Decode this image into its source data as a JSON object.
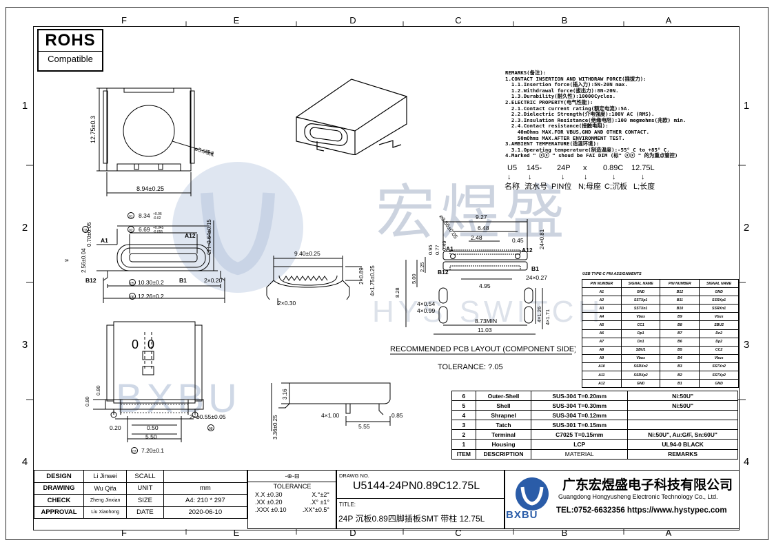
{
  "frame": {
    "columns_top": [
      "F",
      "E",
      "D",
      "C",
      "B",
      "A"
    ],
    "columns_bottom": [
      "F",
      "E",
      "D",
      "C",
      "B",
      "A"
    ],
    "rows_left": [
      "1",
      "2",
      "3",
      "4"
    ],
    "rows_right": [
      "1",
      "2",
      "3",
      "4"
    ]
  },
  "rohs": {
    "title": "ROHS",
    "subtitle": "Compatible"
  },
  "watermark": {
    "chinese": "宏煜盛",
    "english": "HYS SWITCH",
    "logo_text": "BXBU"
  },
  "remarks": [
    "REMARKS(备注):",
    "1.CONTACT INSERTION AND WITHDRAW FORCE(插拔力):",
    "  1.1.Insertion force(插入力):5N-20N max.",
    "  1.2.Withdrawal force(拔出力):8N-20N.",
    "  1.3.Durability(耐久性):10000Cycles.",
    "2.ELECTRIC PROPERTY(电气性能):",
    "  2.1.Contact current rating(额定电流):5A.",
    "  2.2.Dielectric Strength(介电强度):100V AC (RMS).",
    "  2.3.Insulation Resistance(绝缘电阻):100 megmohms(兆欧) min.",
    "  2.4.Contact resistance(接触电阻):",
    "    40mOhms MAX.FOR VBUS,GND AND OTHER CONTACT.",
    "    50mOhms MAX.AFTER ENVIRONMENT TEST.",
    "3.AMBIENT TEMPERATURE(适温环境):",
    "  3.1.Operating temperature(制造温度):-55° C to +85° C.",
    "4.Marked \" ⓧⓧ \" shoud be FAI DIM (标\" ⓧⓧ \" 的为重点管控)"
  ],
  "code_breakdown": {
    "parts": [
      "U5",
      "145-",
      "24P",
      "x",
      "0.89C",
      "12.75L"
    ],
    "meanings": [
      "名称",
      "流水号",
      "PIN位",
      "N;母座",
      "C;沉板",
      "L;长度"
    ]
  },
  "dimensions": {
    "top_view": {
      "height": "12.75±0.3",
      "circle": "⌀5.0吸取区域",
      "width": "8.94±0.25"
    },
    "front_view": {
      "d01": "8.34",
      "d01_tol_up": "+0.06",
      "d01_tol_dn": "-0.02",
      "d02": "6.69",
      "d02_tol_up": "+0.045",
      "d02_tol_dn": "-0.055",
      "d03": "0.70±0.05",
      "d04": "2.56±0.04",
      "d05": "10.30±0.2",
      "d06": "12.26±0.2",
      "ch": "CH=0.64±0.15",
      "pitch": "2×0.20",
      "label_a1": "A1",
      "label_a12": "A12",
      "label_b12": "B12",
      "label_b1": "B1",
      "bubble_01": "01",
      "bubble_02": "02",
      "bubble_03": "03",
      "bubble_04": "04",
      "bubble_05": "05",
      "bubble_06": "06"
    },
    "side_view": {
      "width": "9.40±0.25",
      "h1": "2×0.89",
      "h2": "4×1.75±0.25",
      "w2": "2×0.30"
    },
    "bottom_view": {
      "d80a": "0.80",
      "d80b": "0.80",
      "d020": "0.20",
      "d050": "0.50",
      "d550": "5.50",
      "d07": "7.20±0.1",
      "holes": "2×⌀0.55±0.05",
      "bubble_07": "07",
      "bubble_08": "08",
      "pin_text": "0 0"
    },
    "profile_view": {
      "h316": "3.16",
      "h336": "3.36±0.25",
      "w4": "4×1.00",
      "w555": "5.55",
      "w085": "0.85"
    },
    "pcb": {
      "w927": "9.27",
      "w648": "6.48",
      "w248": "2.48",
      "w045": "0.45",
      "h24081": "24×0.81",
      "dia": "⌀0.55±0.05",
      "v095": "0.95",
      "v077": "0.77",
      "v049": "0.49",
      "v225": "2.25",
      "v500": "5.00",
      "v828": "8.28",
      "w495": "4.95",
      "p027": "24×0.27",
      "s054": "4×0.54",
      "s099": "4×0.99",
      "w873": "8.73MIN",
      "w1103": "11.03",
      "h126": "4×1.26",
      "h171": "4×1.71",
      "label_a1": "A1",
      "label_a12": "A12",
      "label_b12": "B12",
      "label_b1": "B1",
      "caption": "RECOMMENDED PCB LAYOUT (COMPONENT SIDE)",
      "tolerance": "TOLERANCE: ?.05"
    }
  },
  "pin_table": {
    "title": "USB TYPE-C PIN ASSIGNMENTS",
    "headers": [
      "PIN NUMBER",
      "SIGNAL NAME",
      "PIN NUMBER",
      "SIGNAL NAME"
    ],
    "rows": [
      [
        "A1",
        "GND",
        "B12",
        "GND"
      ],
      [
        "A2",
        "SSTXp1",
        "B11",
        "SSRXp1"
      ],
      [
        "A3",
        "SSTXn1",
        "B10",
        "SSRXn1"
      ],
      [
        "A4",
        "Vbus",
        "B9",
        "Vbus"
      ],
      [
        "A5",
        "CC1",
        "B8",
        "SBU2"
      ],
      [
        "A6",
        "Dp1",
        "B7",
        "Dn2"
      ],
      [
        "A7",
        "Dn1",
        "B6",
        "Dp2"
      ],
      [
        "A8",
        "SBU1",
        "B5",
        "CC2"
      ],
      [
        "A9",
        "Vbus",
        "B4",
        "Vbus"
      ],
      [
        "A10",
        "SSRXn2",
        "B3",
        "SSTXn2"
      ],
      [
        "A11",
        "SSRXp2",
        "B2",
        "SSTXp2"
      ],
      [
        "A12",
        "GND",
        "B1",
        "GND"
      ]
    ]
  },
  "bom": {
    "rows": [
      [
        "6",
        "Outer-Shell",
        "SUS-304 T=0.20mm",
        "Ni:50U\""
      ],
      [
        "5",
        "Shell",
        "SUS-304 T=0.30mm",
        "Ni:50U\""
      ],
      [
        "4",
        "Shrapnel",
        "SUS-304 T=0.12mm",
        ""
      ],
      [
        "3",
        "Tatch",
        "SUS-301 T=0.15mm",
        ""
      ],
      [
        "2",
        "Terminal",
        "C7025 T=0.15mm",
        "Ni:50U\", Au:G/F, Sn:60U\""
      ],
      [
        "1",
        "Housing",
        "LCP",
        "UL94-0 BLACK"
      ]
    ],
    "header": [
      "ITEM",
      "DESCRIPTION",
      "MATERIAL",
      "REMARKS"
    ]
  },
  "title_block": {
    "rows": [
      [
        "DESIGN",
        "Li Jinwei",
        "SCALL",
        ""
      ],
      [
        "DRAWING",
        "Wu Qifa",
        "UNIT",
        "mm"
      ],
      [
        "CHECK",
        "Zheng Jinxian",
        "SIZE",
        "A4: 210 * 297"
      ],
      [
        "APPROVAL",
        "Liu Xiaohong",
        "DATE",
        "2020-06-10"
      ]
    ],
    "projection": "-⊕-⊟",
    "tolerance_title": "TOLERANCE",
    "tolerance_rows": [
      [
        "X.X  ±0.30",
        "X.°±2°"
      ],
      [
        ".XX  ±0.20",
        ".X° ±1°"
      ],
      [
        ".XXX ±0.10",
        ".XX°±0.5°"
      ]
    ],
    "drawing_no_label": "DRAWG NO.",
    "drawing_no": "U5144-24PN0.89C12.75L",
    "title_label": "TITLE:",
    "title": "24P 沉板0.89四脚插板SMT 带柱 12.75L",
    "company_cn": "广东宏煜盛电子科技有限公司",
    "company_en": "Guangdong Hongyusheng Electronic Technology Co., Ltd.",
    "contact": "TEL:0752-6632356  https://www.hystypec.com",
    "logo_text": "BXBU"
  }
}
